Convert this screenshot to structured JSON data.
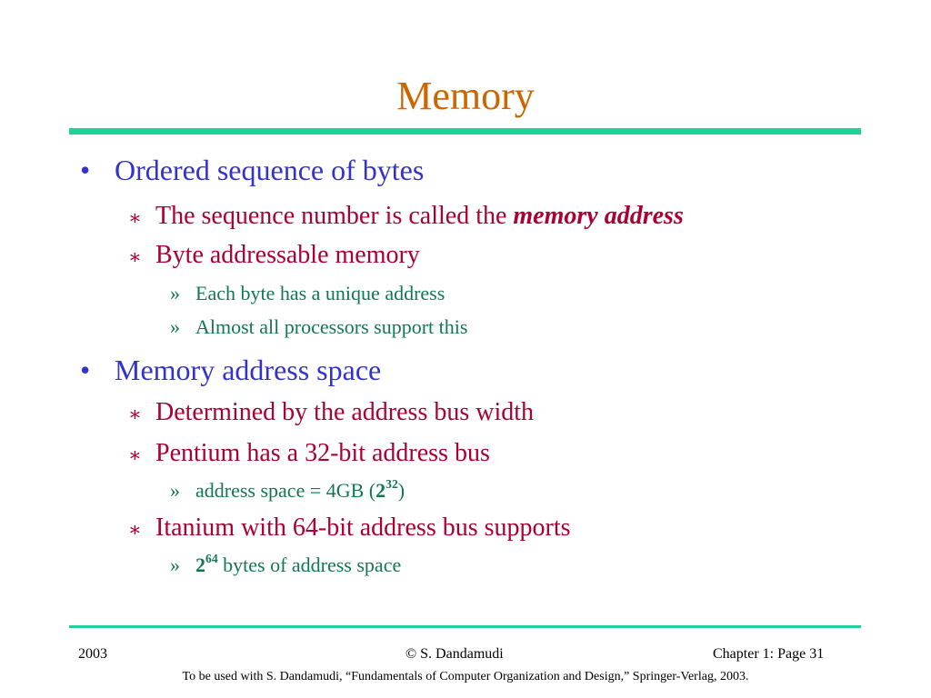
{
  "slide": {
    "title": "Memory",
    "colors": {
      "title": "#cc6600",
      "rule": "#22d19a",
      "level1": "#3333cc",
      "level2": "#aa0033",
      "level3": "#117755"
    }
  },
  "bullets": {
    "b1": {
      "marker": "•",
      "text": "Ordered sequence of bytes",
      "s1": {
        "marker": "∗",
        "text_before": "The sequence number is called the ",
        "emphasis": "memory address"
      },
      "s2": {
        "marker": "∗",
        "text": "Byte addressable memory",
        "sub1": {
          "marker": "»",
          "text": "Each byte has a unique address"
        },
        "sub2": {
          "marker": "»",
          "text": "Almost all processors support this"
        }
      }
    },
    "b2": {
      "marker": "•",
      "text": "Memory address space",
      "s1": {
        "marker": "∗",
        "text": "Determined by the address bus width"
      },
      "s2": {
        "marker": "∗",
        "text": "Pentium has a 32-bit address bus",
        "sub1": {
          "marker": "»",
          "text_before": "address space = 4GB (",
          "base": "2",
          "exponent": "32",
          "text_after": ")"
        }
      },
      "s3": {
        "marker": "∗",
        "text": "Itanium with 64-bit address bus supports",
        "sub1": {
          "marker": "»",
          "base": "2",
          "exponent": "64",
          "text_after": " bytes of address space"
        }
      }
    }
  },
  "footer": {
    "year": "2003",
    "author": "© S. Dandamudi",
    "page": "Chapter 1: Page 31",
    "note": "To be used with S. Dandamudi, “Fundamentals of Computer Organization and Design,” Springer-Verlag, 2003."
  }
}
